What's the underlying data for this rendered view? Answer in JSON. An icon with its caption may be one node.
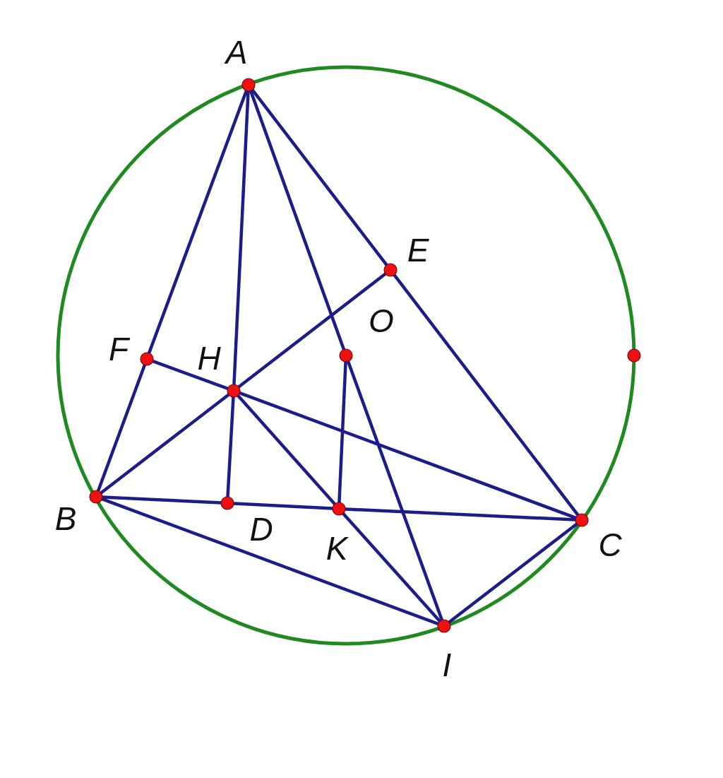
{
  "diagram": {
    "nodes": [
      {
        "text": [
          "A"
        ]
      },
      {
        "text": [
          "E"
        ]
      },
      {
        "text": [
          "O"
        ]
      },
      {
        "text": [
          "F"
        ]
      },
      {
        "text": [
          "H"
        ]
      },
      {
        "text": [],
        "shape": "circle"
      },
      {
        "text": [
          "B"
        ]
      },
      {
        "text": [
          "D"
        ]
      },
      {
        "text": [
          "K"
        ]
      },
      {
        "text": [
          "C"
        ]
      },
      {
        "text": [
          "I"
        ]
      }
    ],
    "edges": [
      {
        "from": 0,
        "to": 3,
        "arrow": "none"
      },
      {
        "from": 3,
        "to": 6,
        "arrow": "none"
      },
      {
        "from": 0,
        "to": 4,
        "arrow": "none"
      },
      {
        "from": 4,
        "to": 7,
        "arrow": "none"
      },
      {
        "from": 0,
        "to": 2,
        "arrow": "none"
      },
      {
        "from": 0,
        "to": 1,
        "arrow": "none"
      },
      {
        "from": 1,
        "to": 9,
        "arrow": "none"
      },
      {
        "from": 6,
        "to": 4,
        "arrow": "none"
      },
      {
        "from": 4,
        "to": 1,
        "arrow": "none"
      },
      {
        "from": 3,
        "to": 4,
        "arrow": "none"
      },
      {
        "from": 4,
        "to": 9,
        "arrow": "none"
      },
      {
        "from": 4,
        "to": 8,
        "arrow": "none"
      },
      {
        "from": 8,
        "to": 10,
        "arrow": "none"
      },
      {
        "from": 2,
        "to": 8,
        "arrow": "none"
      },
      {
        "from": 2,
        "to": 10,
        "arrow": "none"
      },
      {
        "from": 6,
        "to": 7,
        "arrow": "none"
      },
      {
        "from": 7,
        "to": 8,
        "arrow": "none"
      },
      {
        "from": 8,
        "to": 9,
        "arrow": "none"
      },
      {
        "from": 6,
        "to": 10,
        "arrow": "none"
      },
      {
        "from": 10,
        "to": 9,
        "arrow": "none"
      }
    ]
  }
}
